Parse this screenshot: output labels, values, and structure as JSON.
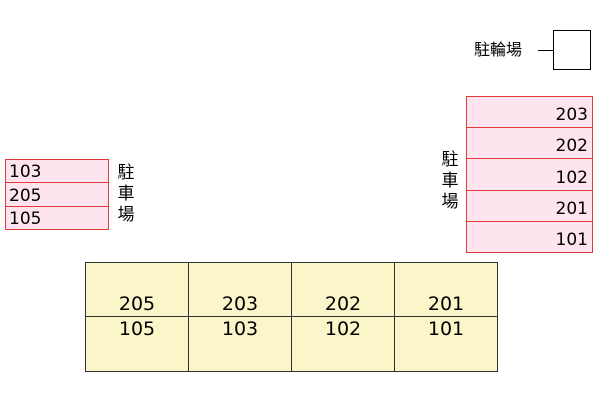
{
  "bicycle_parking": {
    "label": "駐輪場"
  },
  "left_parking": {
    "label_chars": [
      "駐",
      "車",
      "場"
    ],
    "slots": [
      "103",
      "205",
      "105"
    ]
  },
  "right_parking": {
    "label_chars": [
      "駐",
      "車",
      "場"
    ],
    "slots": [
      "203",
      "202",
      "102",
      "201",
      "101"
    ]
  },
  "building": {
    "units": [
      {
        "upper": "205",
        "lower": "105"
      },
      {
        "upper": "203",
        "lower": "103"
      },
      {
        "upper": "202",
        "lower": "102"
      },
      {
        "upper": "201",
        "lower": "101"
      }
    ]
  }
}
